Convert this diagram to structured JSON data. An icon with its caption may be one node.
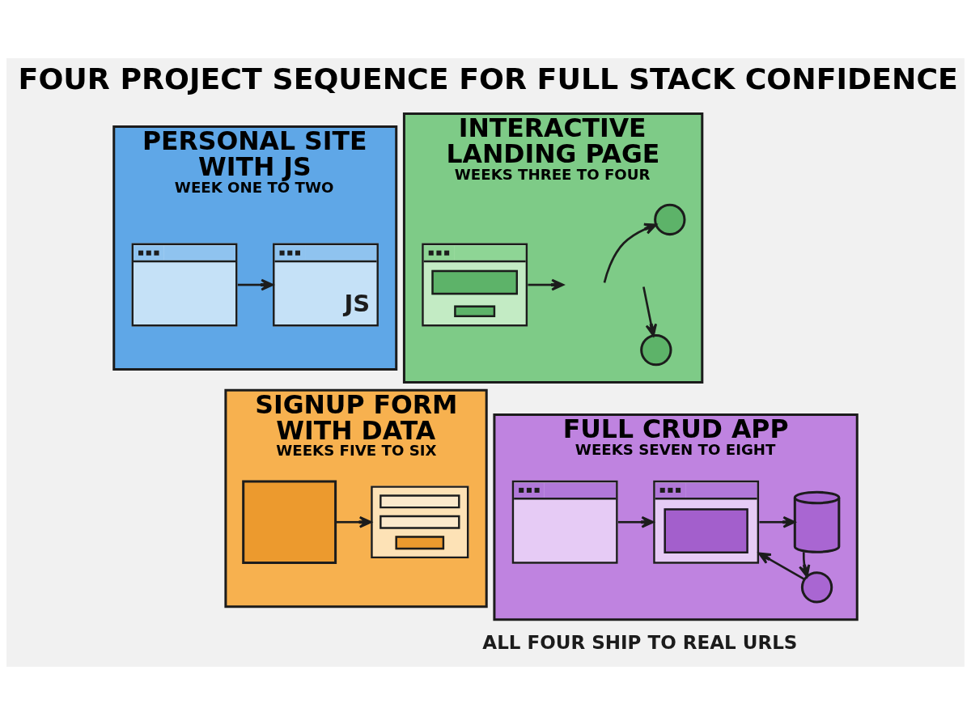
{
  "diagram": {
    "title": "FOUR PROJECT SEQUENCE FOR FULL STACK CONFIDENCE",
    "caption": "ALL FOUR SHIP TO REAL URLS",
    "nodes": [
      {
        "text": [
          "PERSONAL SITE WITH JS",
          "WEEK ONE TO TWO"
        ]
      },
      {
        "text": [],
        "shape": "window",
        "in": 0
      },
      {
        "text": [
          "JS"
        ],
        "in": 0
      },
      {
        "text": [
          "INTERACTIVE LANDING PAGE",
          "WEEKS THREE TO FOUR"
        ]
      },
      {
        "text": [],
        "shape": "window",
        "in": 3
      },
      {
        "text": [],
        "shape": "circle",
        "in": 3
      },
      {
        "text": [],
        "shape": "circle",
        "in": 3
      },
      {
        "text": [
          "SIGNUP FORM WITH DATA",
          "WEEKS FIVE TO SIX"
        ]
      },
      {
        "text": [],
        "shape": "box",
        "in": 7
      },
      {
        "text": [],
        "shape": "form",
        "in": 7
      },
      {
        "text": [
          "FULL CRUD APP",
          "WEEKS SEVEN TO EIGHT"
        ]
      },
      {
        "text": [],
        "shape": "window",
        "in": 10
      },
      {
        "text": [],
        "shape": "window",
        "in": 10
      },
      {
        "text": [],
        "shape": "cylinder",
        "in": 10
      },
      {
        "text": [],
        "shape": "circle",
        "in": 10
      }
    ],
    "edges": [
      {
        "from": 1,
        "to": 2,
        "arrow": "to"
      },
      {
        "from": 4,
        "to": null,
        "arrow": "to"
      },
      {
        "from": null,
        "to": 5,
        "arrow": "to"
      },
      {
        "from": null,
        "to": 6,
        "arrow": "to"
      },
      {
        "from": 8,
        "to": 9,
        "arrow": "to"
      },
      {
        "from": 11,
        "to": 12,
        "arrow": "to"
      },
      {
        "from": 12,
        "to": 13,
        "arrow": "to"
      },
      {
        "from": 13,
        "to": 14,
        "arrow": "to"
      },
      {
        "from": 14,
        "to": 12,
        "arrow": "to"
      }
    ]
  }
}
